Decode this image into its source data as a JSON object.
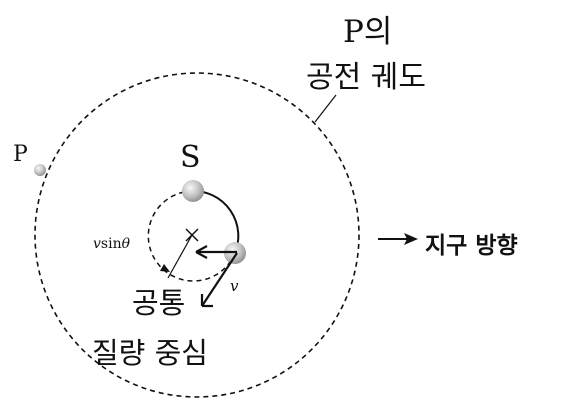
{
  "labels": {
    "orbit_title": "P의",
    "orbit_title_2": "공전 궤도",
    "planet": "P",
    "star": "S",
    "earth_direction": "지구 방향",
    "velocity_component_v": "v",
    "velocity_component_func": "sin",
    "velocity_component_theta": "θ",
    "velocity": "v",
    "center_of_mass": "공통",
    "center_of_mass_2": "질량 중심"
  },
  "icons": {
    "center_marker": "cross-marker-icon",
    "direction_arrow": "right-arrow-icon",
    "velocity_arrow": "velocity-arrow-icon"
  },
  "colors": {
    "ink": "#111111",
    "sphere_light": "#f4f4f4",
    "sphere_dark": "#8c8c8c"
  }
}
